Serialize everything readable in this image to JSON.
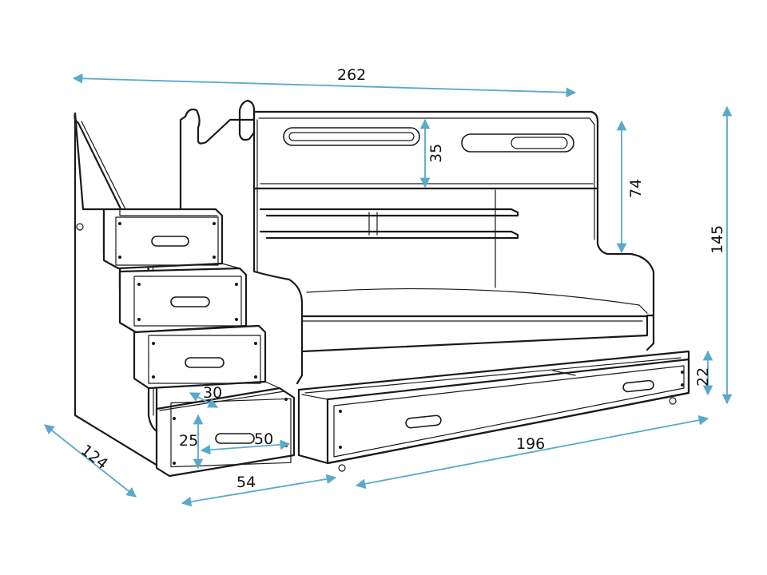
{
  "dimensions": {
    "total_length": "262",
    "total_height": "145",
    "top_bunk_height": "74",
    "headboard_slot": "35",
    "drawer_height": "22",
    "lower_length": "196",
    "stairs_depth": "124",
    "stairs_width": "54",
    "step_depth": "30",
    "step_height": "25",
    "step_drawer_width": "50"
  },
  "colors": {
    "line": "#1a1a1a",
    "dimension": "#5aa9c9"
  }
}
